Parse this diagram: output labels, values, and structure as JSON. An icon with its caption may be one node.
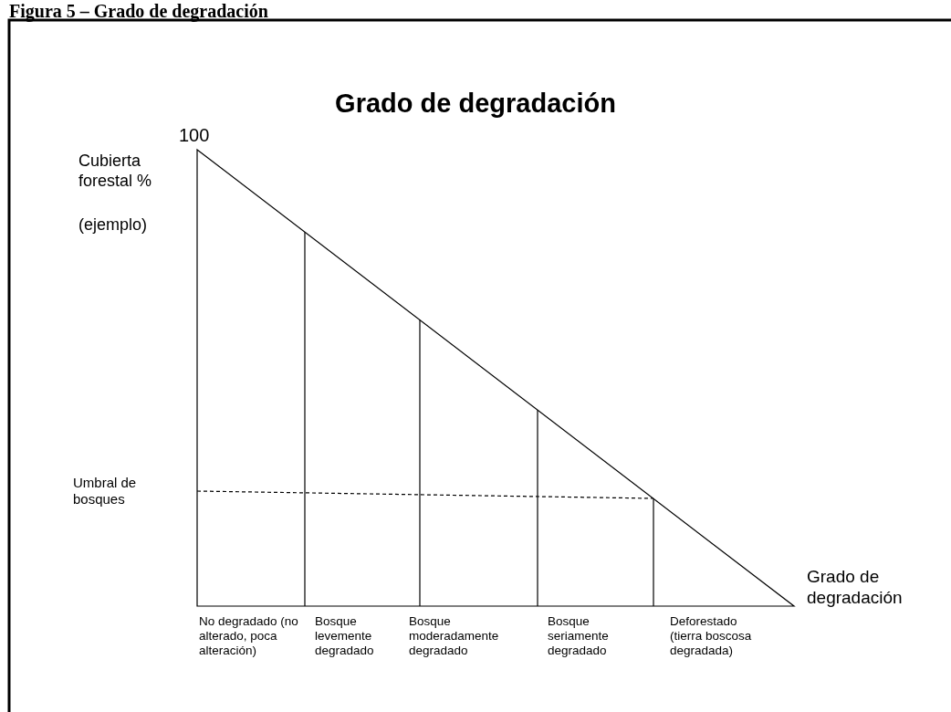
{
  "diagram": {
    "title": "Grado de degradación",
    "labels": [
      "Figura 5 – Grado de degradación",
      "100",
      "Cubierta forestal %",
      "(ejemplo)",
      "Umbral de bosques",
      "Grado de degradación",
      "No degradado (no alterado, poca alteración)",
      "Bosque levemente degradado",
      "Bosque moderadamente degradado",
      "Bosque seriamente degradado",
      "Deforestado (tierra boscosa degradada)"
    ]
  }
}
